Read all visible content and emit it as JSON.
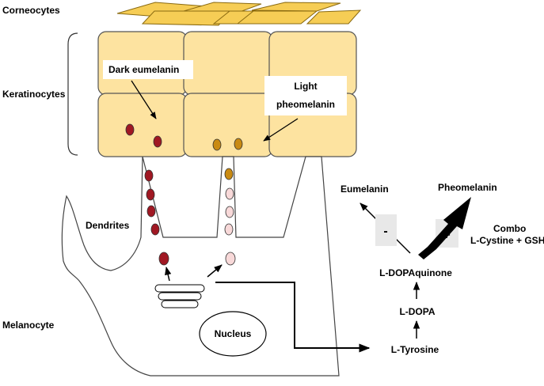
{
  "labels": {
    "corneocytes": "Corneocytes",
    "keratinocytes": "Keratinocytes",
    "dendrites": "Dendrites",
    "melanocyte": "Melanocyte",
    "nucleus": "Nucleus"
  },
  "callouts": {
    "dark_eumelanin": "Dark eumelanin",
    "light_pheomelanin_line1": "Light",
    "light_pheomelanin_line2": "pheomelanin"
  },
  "pathway": {
    "eumelanin": "Eumelanin",
    "pheomelanin": "Pheomelanin",
    "combo_line1": "Combo",
    "combo_line2": "L-Cystine + GSH",
    "minus_sign": "-",
    "plus_sign": "+",
    "l_dopaquinone": "L-DOPAquinone",
    "l_dopa": "L-DOPA",
    "l_tyrosine": "L-Tyrosine"
  },
  "colors": {
    "cell_fill": "#fde3a0",
    "corneocyte_fill": "#f6cd55",
    "dark_granule": "#a01823",
    "brown_granule": "#c98a12",
    "light_granule": "#f8d9d9",
    "sign_box": "#e8e8e8"
  }
}
